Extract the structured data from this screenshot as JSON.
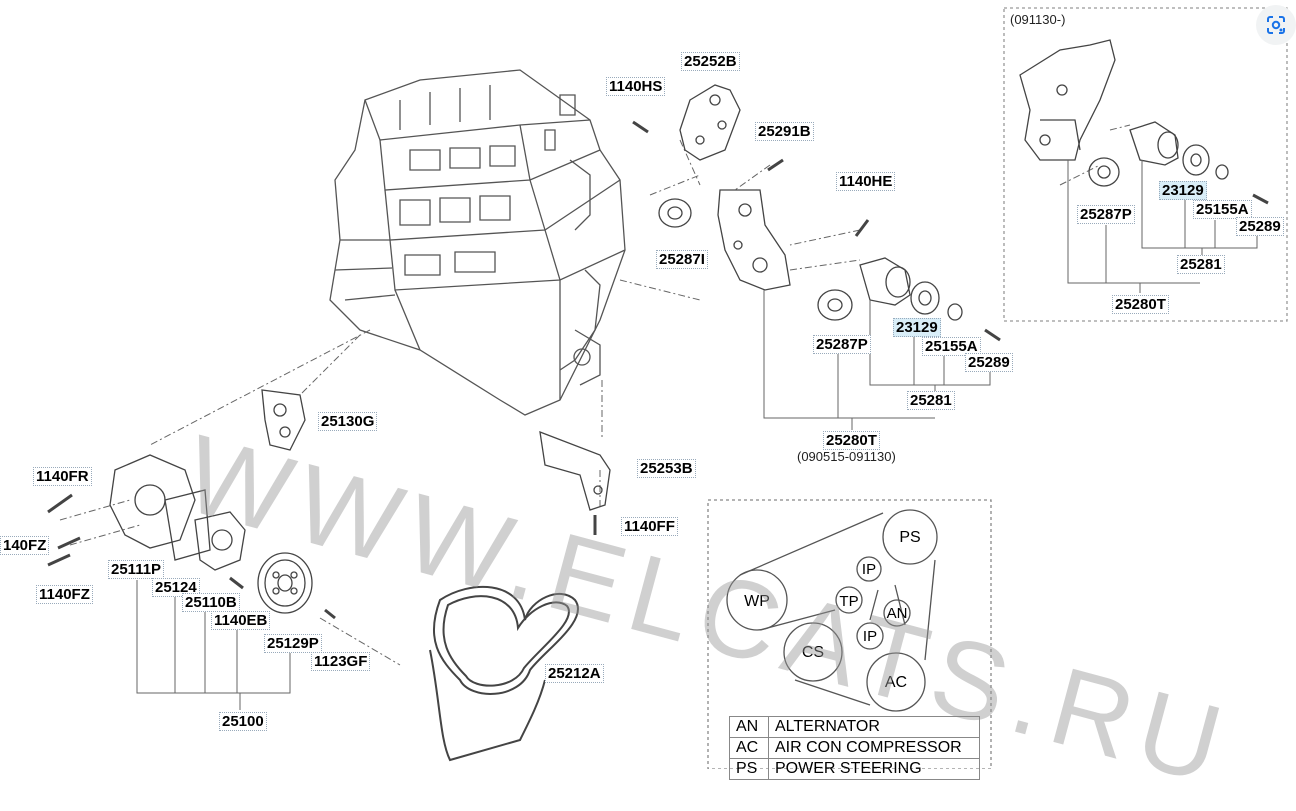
{
  "watermark": "WWW.ELCATS.RU",
  "parts": [
    {
      "id": "p1140hs",
      "label": "1140HS"
    },
    {
      "id": "p25252b",
      "label": "25252B"
    },
    {
      "id": "p25291b",
      "label": "25291B"
    },
    {
      "id": "p1140he",
      "label": "1140HE"
    },
    {
      "id": "p25287i",
      "label": "25287I"
    },
    {
      "id": "p25287p_a",
      "label": "25287P"
    },
    {
      "id": "p23129_a",
      "label": "23129"
    },
    {
      "id": "p25155a_a",
      "label": "25155A"
    },
    {
      "id": "p25289_a",
      "label": "25289"
    },
    {
      "id": "p25281_a",
      "label": "25281"
    },
    {
      "id": "p25280t_a",
      "label": "25280T"
    },
    {
      "id": "p25130g",
      "label": "25130G"
    },
    {
      "id": "p25253b",
      "label": "25253B"
    },
    {
      "id": "p1140ff",
      "label": "1140FF"
    },
    {
      "id": "p1140fr",
      "label": "1140FR"
    },
    {
      "id": "p140fz",
      "label": "140FZ"
    },
    {
      "id": "p1140fz",
      "label": "1140FZ"
    },
    {
      "id": "p25111p",
      "label": "25111P"
    },
    {
      "id": "p25124",
      "label": "25124"
    },
    {
      "id": "p25110b",
      "label": "25110B"
    },
    {
      "id": "p1140eb",
      "label": "1140EB"
    },
    {
      "id": "p25129p",
      "label": "25129P"
    },
    {
      "id": "p1123gf",
      "label": "1123GF"
    },
    {
      "id": "p25100",
      "label": "25100"
    },
    {
      "id": "p25212a",
      "label": "25212A"
    },
    {
      "id": "p23129_b",
      "label": "23129"
    },
    {
      "id": "p25155a_b",
      "label": "25155A"
    },
    {
      "id": "p25289_b",
      "label": "25289"
    },
    {
      "id": "p25287p_b",
      "label": "25287P"
    },
    {
      "id": "p25281_b",
      "label": "25281"
    },
    {
      "id": "p25280t_b",
      "label": "25280T"
    }
  ],
  "notes": {
    "date_range": "(090515-091130)",
    "inset_date": "(091130-)"
  },
  "belt_nodes": {
    "ps": "PS",
    "ip1": "IP",
    "wp": "WP",
    "tp": "TP",
    "an": "AN",
    "ip2": "IP",
    "cs": "CS",
    "ac": "AC"
  },
  "legend": [
    {
      "code": "AN",
      "name": "ALTERNATOR"
    },
    {
      "code": "AC",
      "name": "AIR CON COMPRESSOR"
    },
    {
      "code": "PS",
      "name": "POWER STEERING"
    }
  ],
  "colors": {
    "line": "#444444",
    "highlight": "#d9eef8"
  },
  "icons": {
    "lens": "google-lens-icon"
  }
}
